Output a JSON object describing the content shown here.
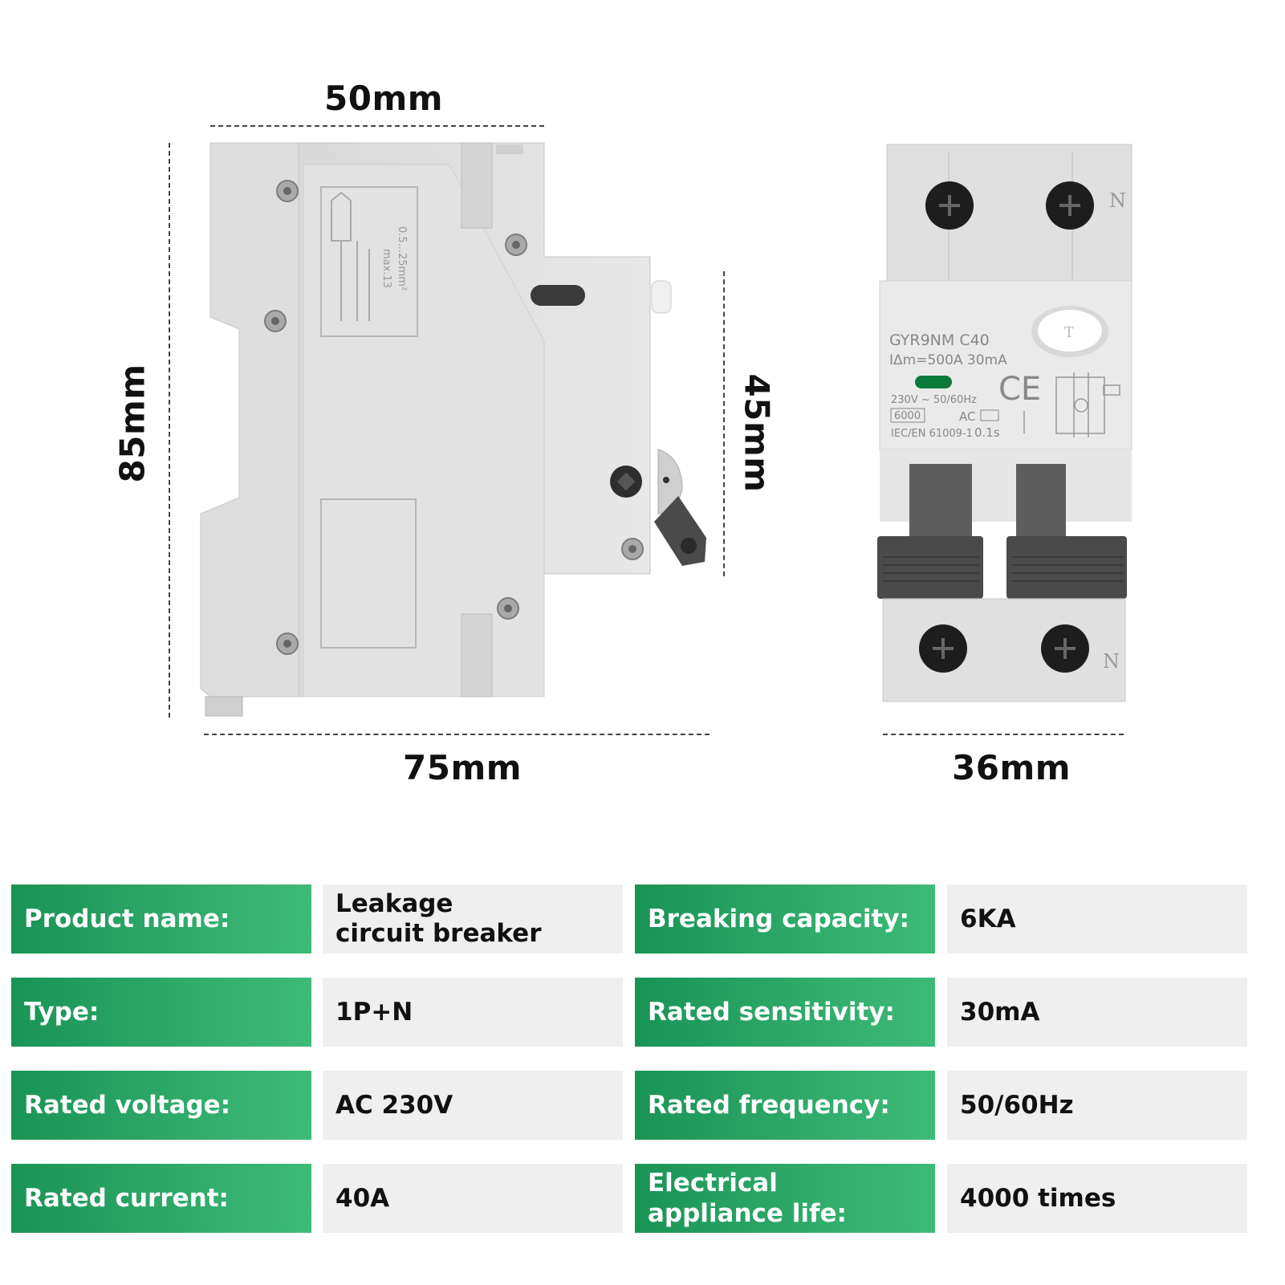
{
  "dimensions": {
    "side_width": "50mm",
    "side_height": "85mm",
    "side_depth": "75mm",
    "protrusion": "45mm",
    "front_width": "36mm"
  },
  "device_label": {
    "model": "GYR9NM  C40",
    "current_line": "IΔm=500A  30mA",
    "voltage": "230V ~ 50/60Hz",
    "capacity_box": "6000",
    "ac_mark": "AC",
    "standard": "IEC/EN 61009-1",
    "trip_time": "0.1s",
    "ce": "CE",
    "test_button": "T",
    "neutral_top": "N",
    "neutral_bottom": "N",
    "terminal_range": "0.5...25mm²",
    "terminal_max": "max.13"
  },
  "specs": [
    {
      "label": "Product name:",
      "value": "Leakage circuit breaker"
    },
    {
      "label": "Breaking capacity:",
      "value": "6KA"
    },
    {
      "label": "Type:",
      "value": "1P+N"
    },
    {
      "label": "Rated sensitivity:",
      "value": "30mA"
    },
    {
      "label": "Rated voltage:",
      "value": "AC 230V"
    },
    {
      "label": "Rated frequency:",
      "value": "50/60Hz"
    },
    {
      "label": "Rated current:",
      "value": "40A"
    },
    {
      "label": "Electrical appliance life:",
      "value": "4000 times"
    }
  ],
  "colors": {
    "label_green_start": "#1a9455",
    "label_green_end": "#3fbb78",
    "value_bg": "#efefef",
    "body_grey": "#e3e3e3",
    "indicator": "#0c7a3a"
  }
}
